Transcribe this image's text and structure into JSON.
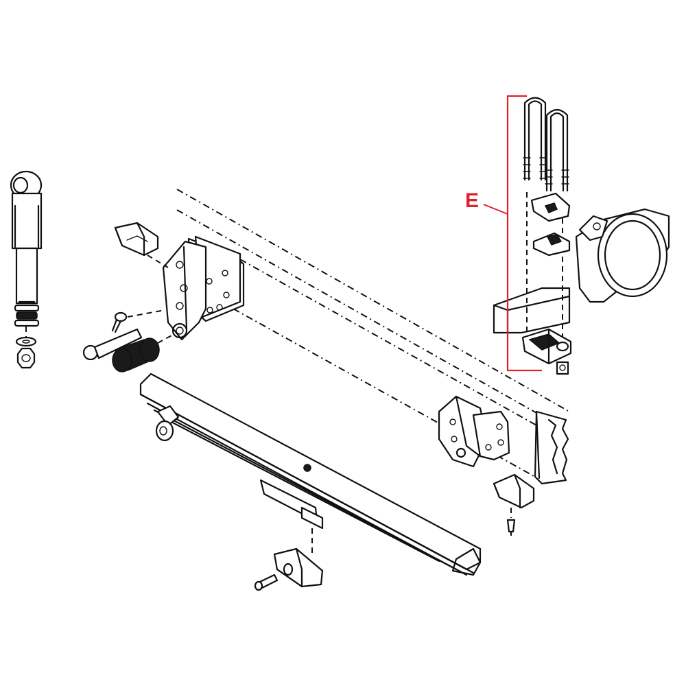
{
  "callout": {
    "label": "E",
    "color": "#e0202a"
  },
  "parts": [
    "shock-absorber",
    "spring-hanger-front",
    "spring-eye-bushing",
    "shackle-pin",
    "cotter-pin",
    "leaf-spring",
    "spring-hanger-rear",
    "frame-rail",
    "u-bolt-kit",
    "axle-housing",
    "spring-seat-plate",
    "bumper-pad",
    "bolt"
  ]
}
